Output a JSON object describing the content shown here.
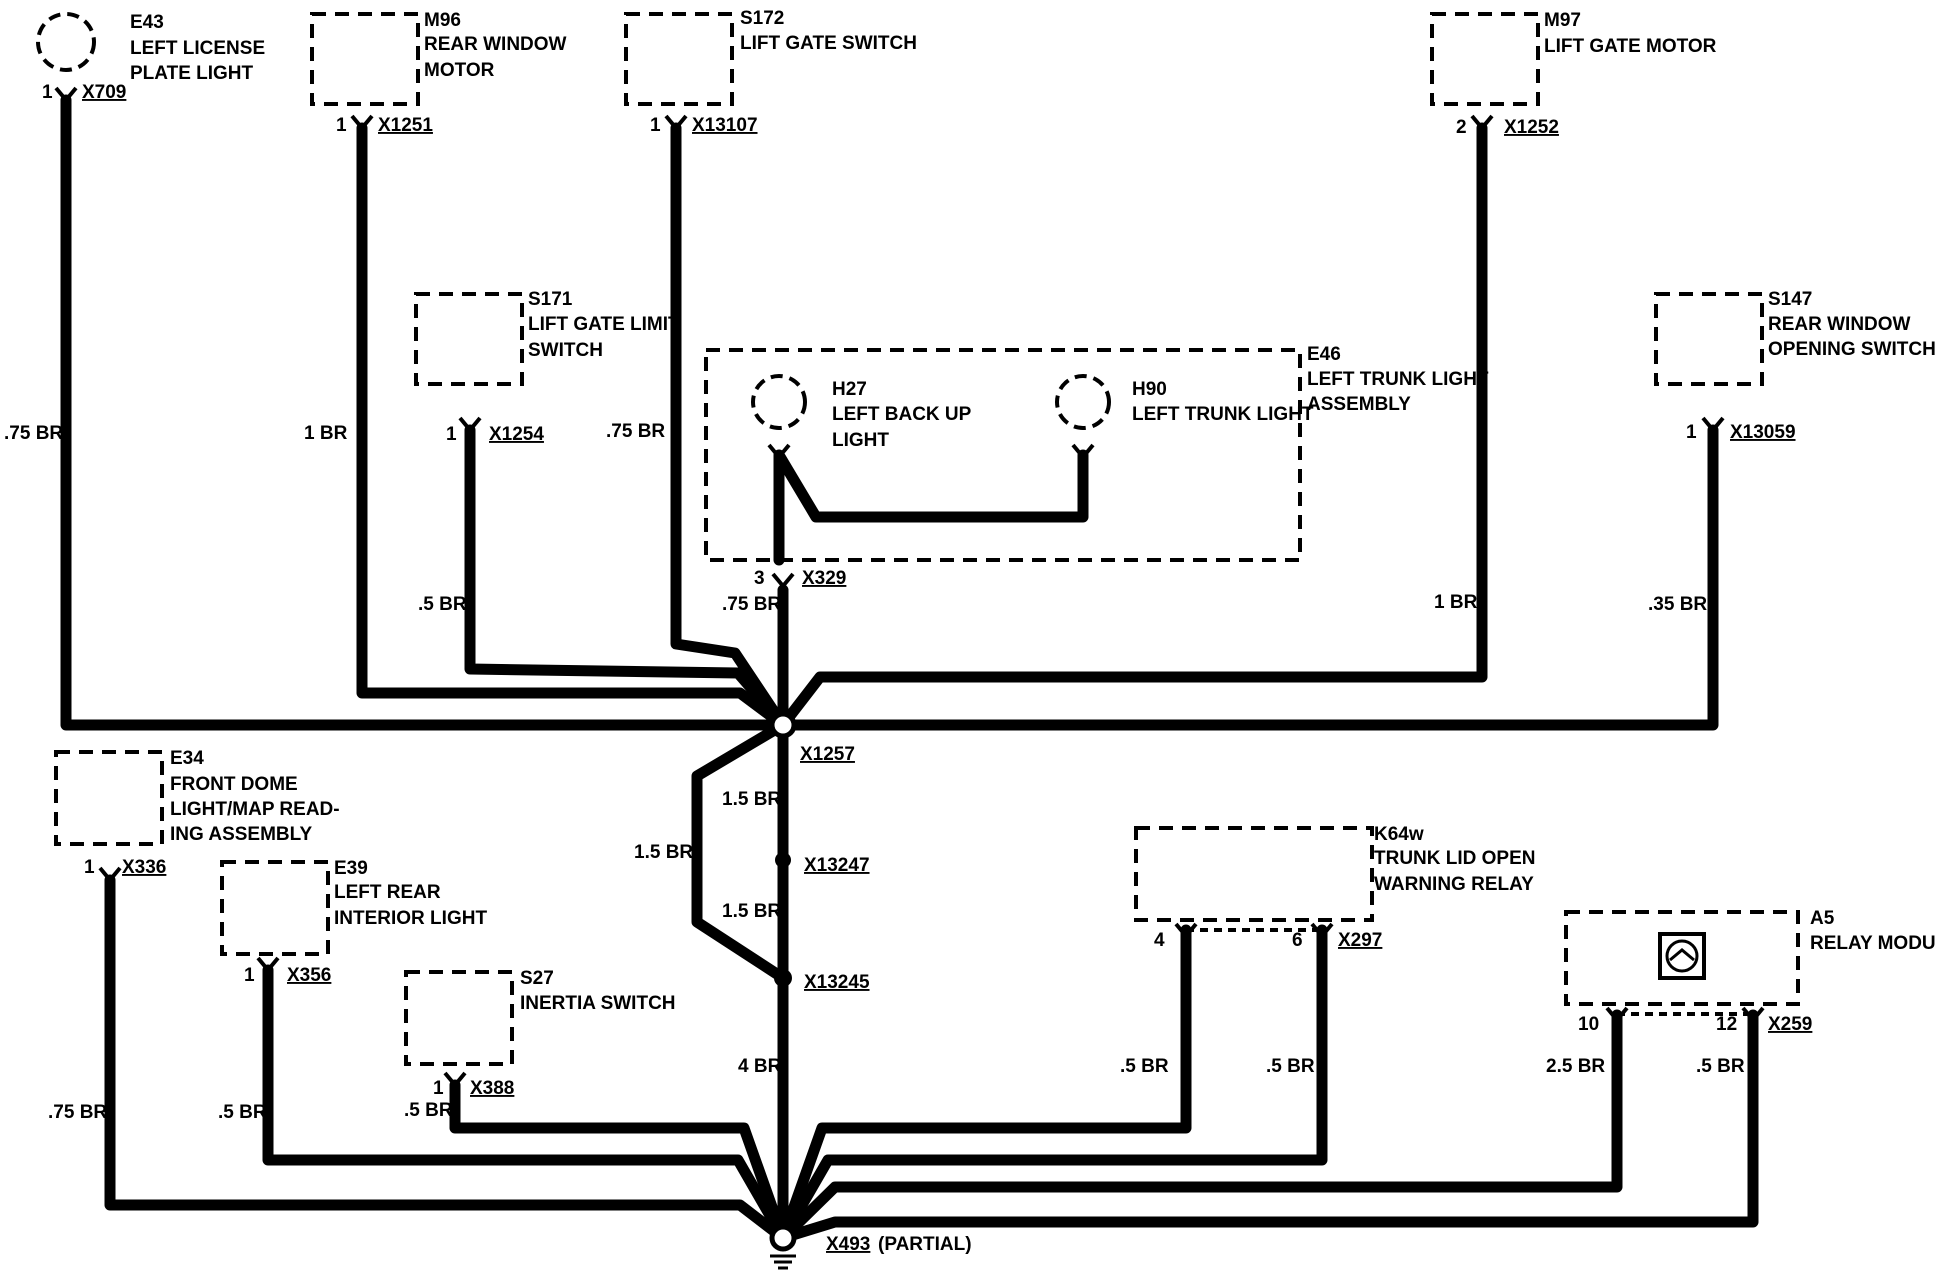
{
  "components": {
    "e43": {
      "id": "E43",
      "line1": "LEFT LICENSE",
      "line2": "PLATE LIGHT",
      "pin": "1",
      "connector": "X709"
    },
    "m96": {
      "id": "M96",
      "line1": "REAR WINDOW",
      "line2": "MOTOR",
      "pin": "1",
      "connector": "X1251"
    },
    "s172": {
      "id": "S172",
      "line1": "LIFT GATE SWITCH",
      "pin": "1",
      "connector": "X13107"
    },
    "m97": {
      "id": "M97",
      "line1": "LIFT GATE MOTOR",
      "pin": "2",
      "connector": "X1252"
    },
    "s171": {
      "id": "S171",
      "line1": "LIFT GATE LIMIT",
      "line2": "SWITCH",
      "pin": "1",
      "connector": "X1254"
    },
    "s147": {
      "id": "S147",
      "line1": "REAR WINDOW",
      "line2": "OPENING SWITCH",
      "pin": "1",
      "connector": "X13059"
    },
    "e46": {
      "id": "E46",
      "line1": "LEFT TRUNK LIGHT",
      "line2": "ASSEMBLY",
      "pin": "3",
      "connector": "X329"
    },
    "h27": {
      "id": "H27",
      "line1": "LEFT BACK UP",
      "line2": "LIGHT"
    },
    "h90": {
      "id": "H90",
      "line1": "LEFT TRUNK LIGHT"
    },
    "e34": {
      "id": "E34",
      "line1": "FRONT DOME",
      "line2": "LIGHT/MAP READ-",
      "line3": "ING ASSEMBLY",
      "pin": "1",
      "connector": "X336"
    },
    "e39": {
      "id": "E39",
      "line1": "LEFT REAR",
      "line2": "INTERIOR LIGHT",
      "pin": "1",
      "connector": "X356"
    },
    "s27": {
      "id": "S27",
      "line1": "INERTIA SWITCH",
      "pin": "1",
      "connector": "X388"
    },
    "k64w": {
      "id": "K64w",
      "line1": "TRUNK LID OPEN",
      "line2": "WARNING RELAY",
      "pin_a": "4",
      "pin_b": "6",
      "connector": "X297"
    },
    "a5": {
      "id": "A5",
      "line1": "RELAY MODULE",
      "pin_a": "10",
      "pin_b": "12",
      "connector": "X259"
    }
  },
  "splices": {
    "x1257": "X1257",
    "x13247": "X13247",
    "x13245": "X13245"
  },
  "ground": {
    "connector": "X493",
    "note": "(PARTIAL)"
  },
  "wires": {
    "e43": ".75 BR",
    "m96": "1 BR",
    "s172": ".75 BR",
    "s171": ".5 BR",
    "e46": ".75 BR",
    "m97": "1 BR",
    "s147": ".35 BR",
    "loop_outer": "1.5 BR",
    "loop_upper": "1.5 BR",
    "loop_lower": "1.5 BR",
    "main_ground": "4 BR",
    "e34": ".75 BR",
    "e39": ".5 BR",
    "s27": ".5 BR",
    "k64w_4": ".5 BR",
    "k64w_6": ".5 BR",
    "a5_10": "2.5 BR",
    "a5_12": ".5 BR"
  }
}
